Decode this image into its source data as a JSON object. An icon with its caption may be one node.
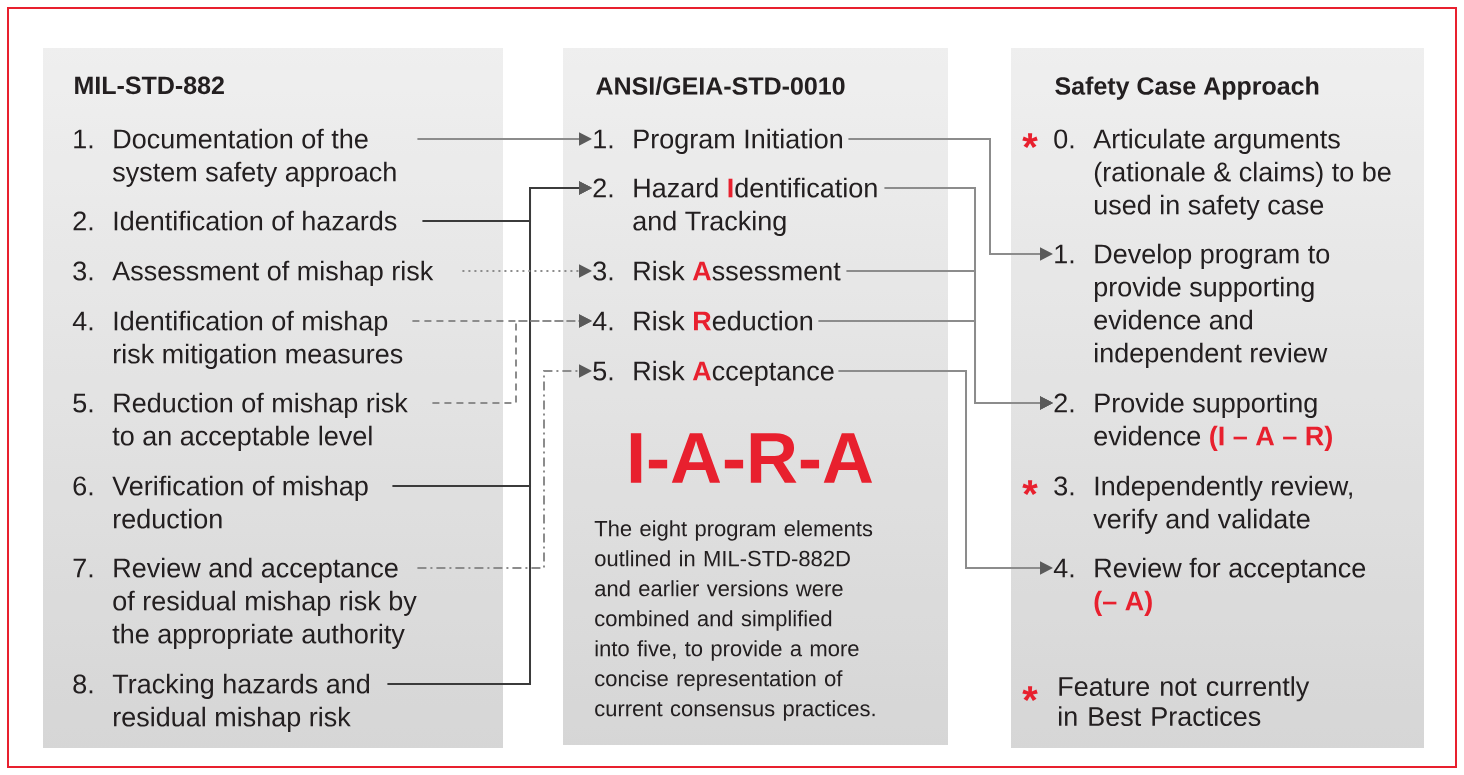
{
  "diagram": {
    "nodes": [
      {
        "text": [
          "MIL-STD-882"
        ]
      },
      {
        "text": [
          "1.",
          "Documentation of the system safety approach"
        ],
        "in": 0
      },
      {
        "text": [
          "2.",
          "Identification of hazards"
        ],
        "in": 0
      },
      {
        "text": [
          "3.",
          "Assessment of mishap risk"
        ],
        "in": 0
      },
      {
        "text": [
          "4.",
          "Identification of mishap risk mitigation measures"
        ],
        "in": 0
      },
      {
        "text": [
          "5.",
          "Reduction of mishap risk to an acceptable level"
        ],
        "in": 0
      },
      {
        "text": [
          "6.",
          "Verification of mishap reduction"
        ],
        "in": 0
      },
      {
        "text": [
          "7.",
          "Review and acceptance of residual mishap risk by the appropriate authority"
        ],
        "in": 0
      },
      {
        "text": [
          "8.",
          "Tracking hazards and residual mishap risk"
        ],
        "in": 0
      },
      {
        "text": [
          "ANSI/GEIA-STD-0010"
        ]
      },
      {
        "text": [
          "1.",
          "Program Initiation"
        ],
        "in": 9
      },
      {
        "text": [
          "2.",
          "Hazard **I**dentification and Tracking"
        ],
        "in": 9
      },
      {
        "text": [
          "3.",
          "Risk **A**ssessment"
        ],
        "in": 9
      },
      {
        "text": [
          "4.",
          "Risk **R**eduction"
        ],
        "in": 9
      },
      {
        "text": [
          "5.",
          "Risk **A**cceptance"
        ],
        "in": 9
      },
      {
        "text": [
          "Safety Case Approach"
        ]
      },
      {
        "text": [
          "0.",
          "Articulate arguments (rationale & claims) to be used in safety case"
        ],
        "in": 15,
        "beside": [
          "*"
        ]
      },
      {
        "text": [
          "1.",
          "Develop program to provide supporting evidence and independent review"
        ],
        "in": 15
      },
      {
        "text": [
          "2.",
          "Provide supporting evidence **(I – A – R)**"
        ],
        "in": 15
      },
      {
        "text": [
          "3.",
          "Independently review, verify and validate"
        ],
        "in": 15,
        "beside": [
          "*"
        ]
      },
      {
        "text": [
          "4.",
          "Review for acceptance **(– A)**"
        ],
        "in": 15
      }
    ],
    "edges": [
      {
        "from": 1,
        "to": 10,
        "arrow": "to"
      },
      {
        "from": 2,
        "to": 11,
        "arrow": "to",
        "color": "#3b3b3b"
      },
      {
        "from": 6,
        "to": 11,
        "arrow": "to",
        "color": "#3b3b3b"
      },
      {
        "from": 8,
        "to": 11,
        "arrow": "to",
        "color": "#3b3b3b"
      },
      {
        "from": 3,
        "to": 12,
        "arrow": "to",
        "style": "dashed"
      },
      {
        "from": 4,
        "to": 13,
        "arrow": "to",
        "style": "dashed"
      },
      {
        "from": 5,
        "to": 13,
        "arrow": "to",
        "style": "dashed"
      },
      {
        "from": 7,
        "to": 14,
        "arrow": "to",
        "style": "dashed"
      },
      {
        "from": 10,
        "to": 17,
        "arrow": "to"
      },
      {
        "from": 11,
        "to": 18,
        "arrow": "to"
      },
      {
        "from": 12,
        "to": 18,
        "arrow": "to"
      },
      {
        "from": 13,
        "to": 18,
        "arrow": "to"
      },
      {
        "from": 14,
        "to": 20,
        "arrow": "to"
      }
    ],
    "labels": [
      "I-A-R-A",
      "The eight program elements outlined in MIL-STD-882D and earlier versions were combined and simplified into five, to provide a more concise representation of current consensus practices.",
      "*",
      "Feature not currently in Best Practices"
    ]
  }
}
